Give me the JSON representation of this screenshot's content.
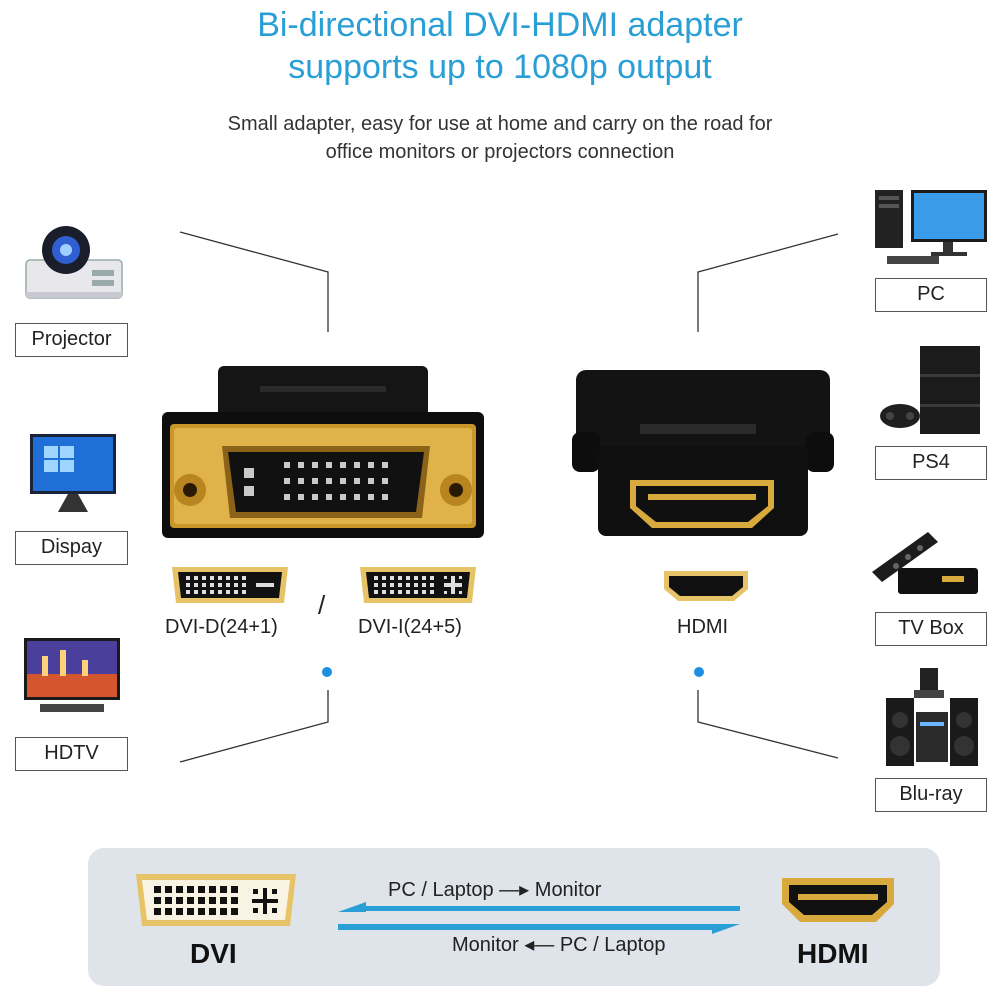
{
  "header": {
    "title_line1": "Bi-directional DVI-HDMI adapter",
    "title_line2": "supports up to 1080p output",
    "subtitle_line1": "Small adapter, easy for use at home and carry on the road for",
    "subtitle_line2": "office monitors or projectors connection"
  },
  "left_devices": [
    {
      "label": "Projector",
      "icon": "projector-icon"
    },
    {
      "label": "Dispay",
      "icon": "monitor-icon"
    },
    {
      "label": "HDTV",
      "icon": "tv-icon"
    }
  ],
  "right_devices": [
    {
      "label": "PC",
      "icon": "desktop-pc-icon"
    },
    {
      "label": "PS4",
      "icon": "game-console-icon"
    },
    {
      "label": "TV Box",
      "icon": "tv-box-icon"
    },
    {
      "label": "Blu-ray",
      "icon": "bluray-player-icon"
    }
  ],
  "connectors": {
    "dvi_d": "DVI-D(24+1)",
    "separator": "/",
    "dvi_i": "DVI-I(24+5)",
    "hdmi": "HDMI"
  },
  "bottom_panel": {
    "left_label": "DVI",
    "right_label": "HDMI",
    "flow_top": "PC / Laptop —▸ Monitor",
    "flow_bottom": "Monitor ◂— PC / Laptop"
  },
  "colors": {
    "title": "#2a9fd6",
    "arrow": "#2a9fd6",
    "gold": "#d8a93c",
    "adapter": "#111111",
    "panel": "#dfe3ea",
    "dot": "#1e8fe0"
  }
}
